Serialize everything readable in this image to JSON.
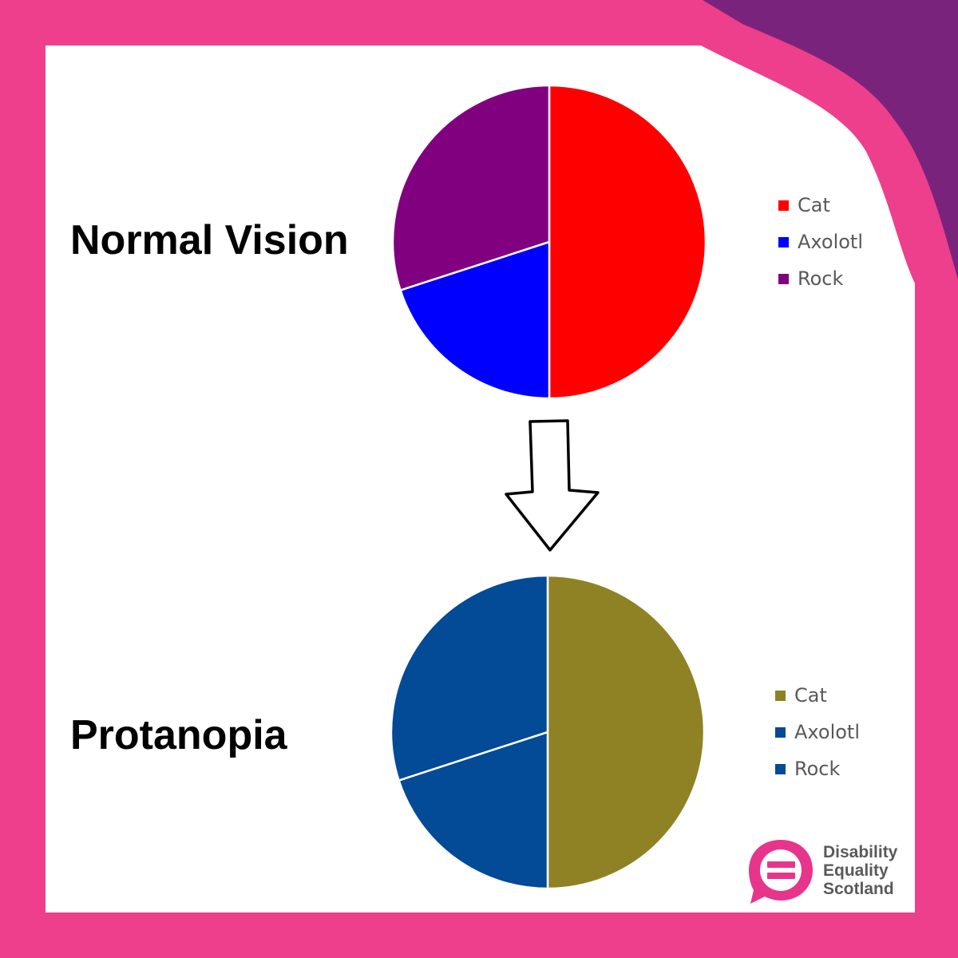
{
  "colors": {
    "border_pink": "#ed3f8b",
    "corner_purple": "#7a237d",
    "panel": "#ffffff"
  },
  "panels": [
    {
      "heading": "Normal Vision"
    },
    {
      "heading": "Protanopia"
    }
  ],
  "chart_data": [
    {
      "type": "pie",
      "title": "",
      "labels": [
        "Cat",
        "Axolotl",
        "Rock"
      ],
      "values": [
        50,
        20,
        30
      ],
      "colors": [
        "#ff0000",
        "#0000ff",
        "#800080"
      ],
      "legend_position": "right"
    },
    {
      "type": "pie",
      "title": "",
      "labels": [
        "Cat",
        "Axolotl",
        "Rock"
      ],
      "values": [
        50,
        20,
        30
      ],
      "colors": [
        "#8e8224",
        "#034a97",
        "#034a97"
      ],
      "legend_position": "right"
    }
  ],
  "arrow_icon": "down-arrow-icon",
  "logo": {
    "icon": "equality-speech-bubble-icon",
    "color": "#e6358b",
    "lines": [
      "Disability",
      "Equality",
      "Scotland"
    ]
  }
}
